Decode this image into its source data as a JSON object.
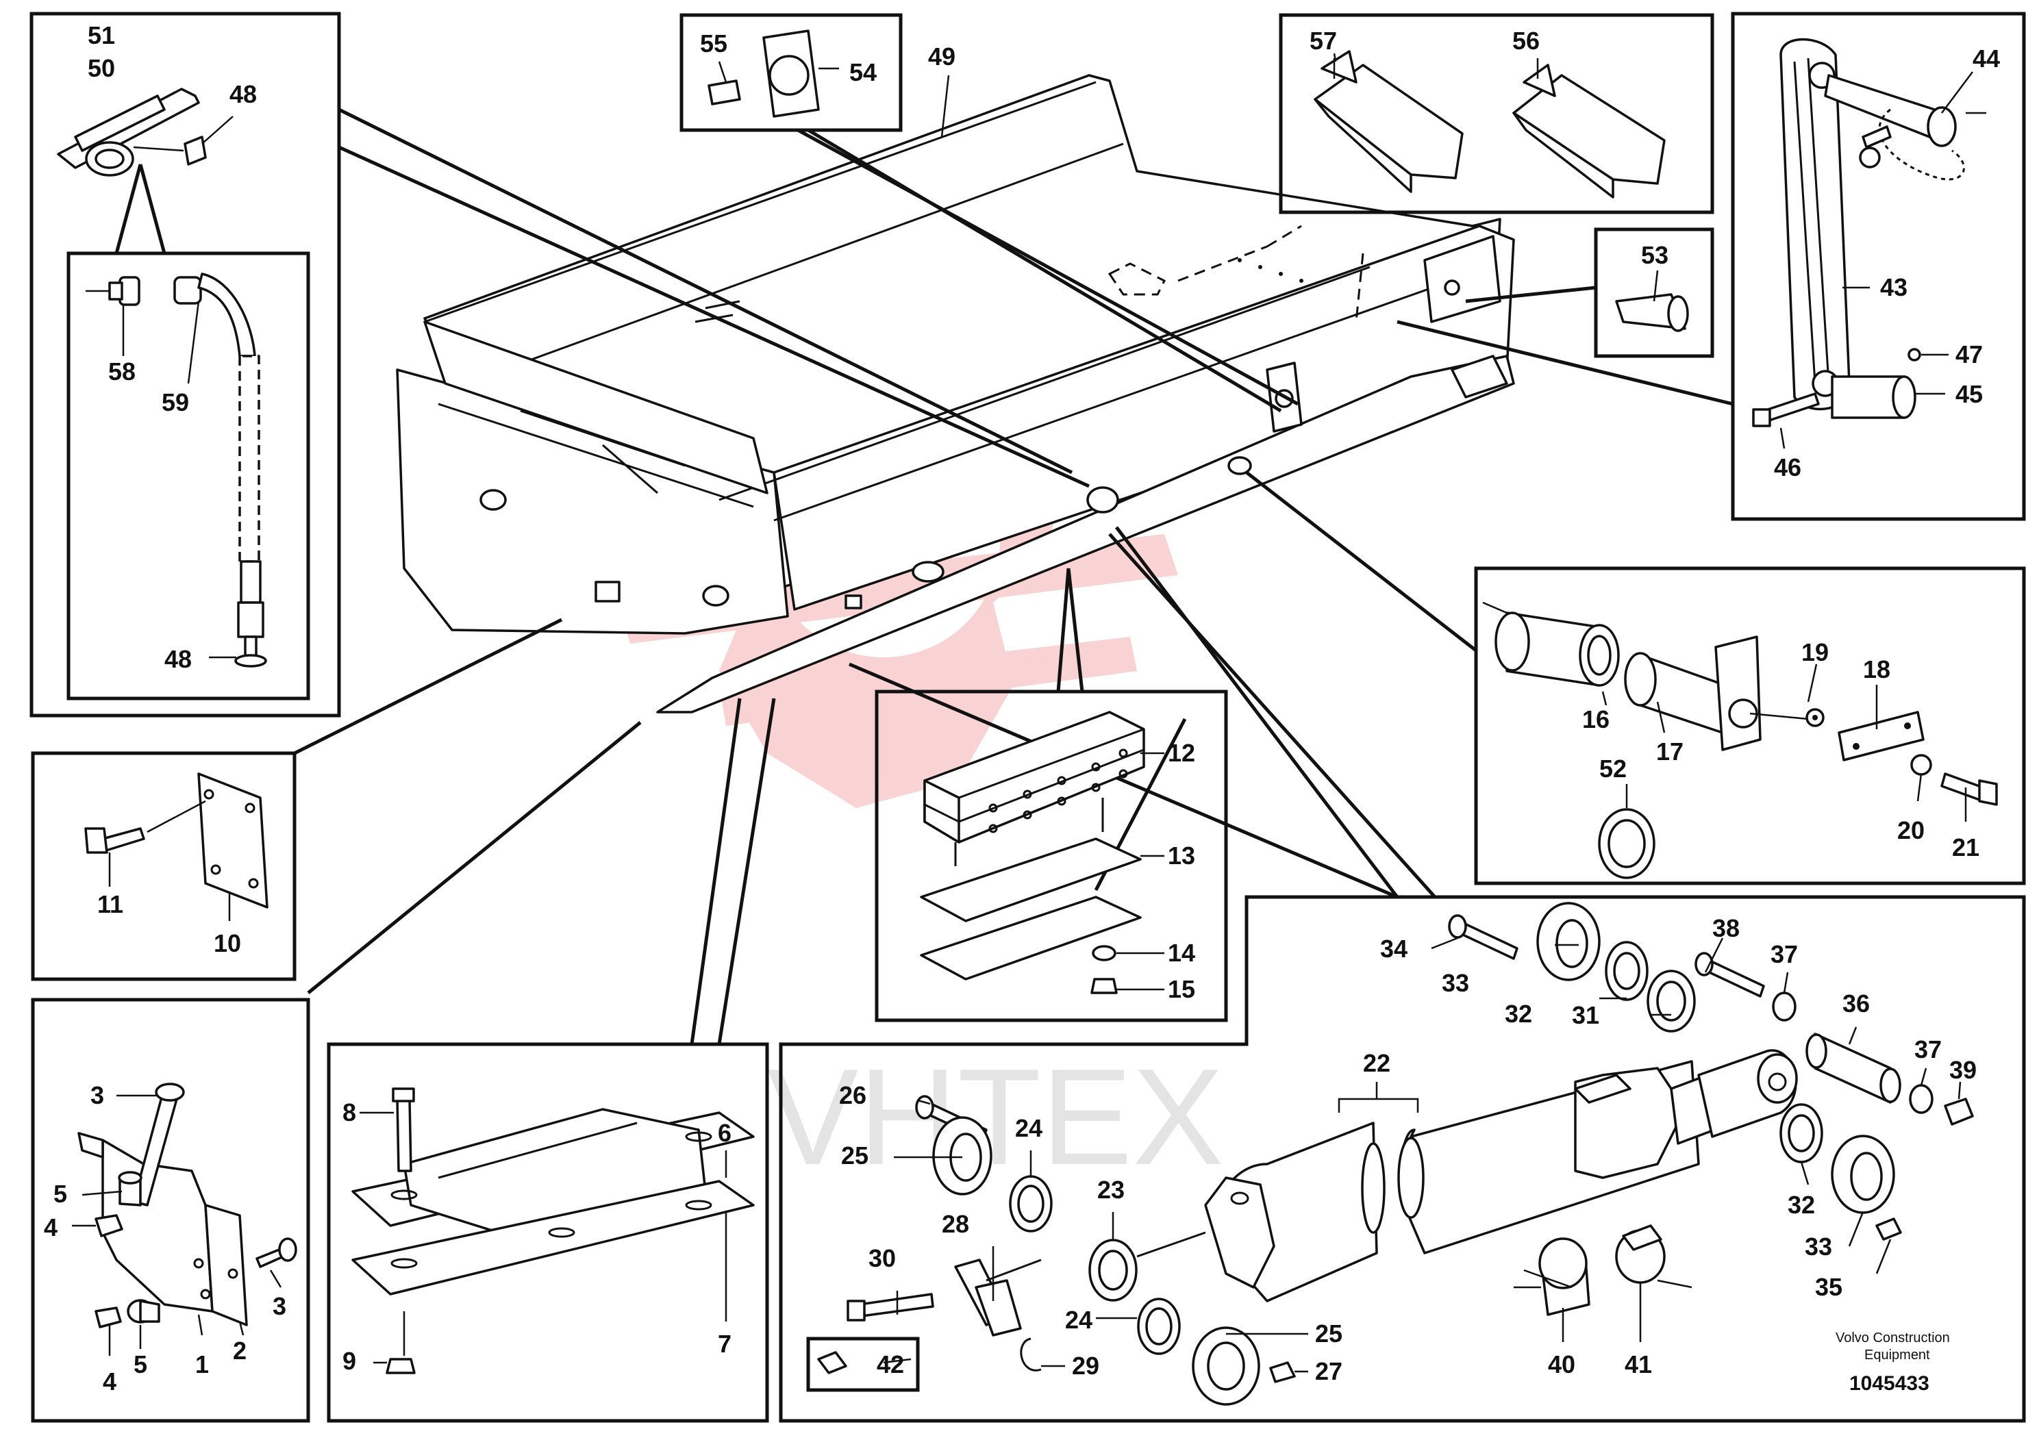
{
  "diagram": {
    "labels": {
      "p1": "1",
      "p2": "2",
      "p3a": "3",
      "p3b": "3",
      "p4a": "4",
      "p4b": "4",
      "p5a": "5",
      "p5b": "5",
      "p6": "6",
      "p7": "7",
      "p8": "8",
      "p9": "9",
      "p10": "10",
      "p11": "11",
      "p12": "12",
      "p13": "13",
      "p14": "14",
      "p15": "15",
      "p16": "16",
      "p17": "17",
      "p18": "18",
      "p19": "19",
      "p20": "20",
      "p21": "21",
      "p22": "22",
      "p23": "23",
      "p24a": "24",
      "p24b": "24",
      "p25a": "25",
      "p25b": "25",
      "p26": "26",
      "p27": "27",
      "p28": "28",
      "p29": "29",
      "p30": "30",
      "p31": "31",
      "p32a": "32",
      "p32b": "32",
      "p33a": "33",
      "p33b": "33",
      "p34": "34",
      "p35": "35",
      "p36": "36",
      "p37a": "37",
      "p37b": "37",
      "p38": "38",
      "p39": "39",
      "p40": "40",
      "p41": "41",
      "p42": "42",
      "p43": "43",
      "p44": "44",
      "p45": "45",
      "p46": "46",
      "p47": "47",
      "p48a": "48",
      "p48b": "48",
      "p49": "49",
      "p50": "50",
      "p51": "51",
      "p52": "52",
      "p53": "53",
      "p54": "54",
      "p55": "55",
      "p56": "56",
      "p57": "57",
      "p58": "58",
      "p59": "59"
    },
    "footer": {
      "brand_line1": "Volvo Construction",
      "brand_line2": "Equipment",
      "drawing_number": "1045433"
    },
    "watermark": {
      "text": "VHTEX",
      "logo_color": "#e83a3a"
    }
  }
}
